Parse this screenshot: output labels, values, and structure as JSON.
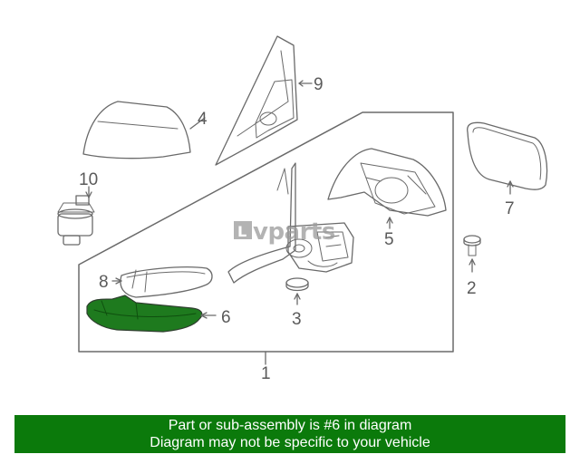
{
  "watermark": {
    "brand": "vparts",
    "logo_mark": "L"
  },
  "callouts": {
    "c1": "1",
    "c2": "2",
    "c3": "3",
    "c4": "4",
    "c5": "5",
    "c6": "6",
    "c7": "7",
    "c8": "8",
    "c9": "9",
    "c10": "10"
  },
  "highlight": {
    "part_number": "6",
    "color": "#1e7a1e"
  },
  "banner": {
    "line1": "Part or sub-assembly is #6 in diagram",
    "line2": "Diagram may not be specific to your vehicle",
    "background": "#0b7a0b"
  }
}
